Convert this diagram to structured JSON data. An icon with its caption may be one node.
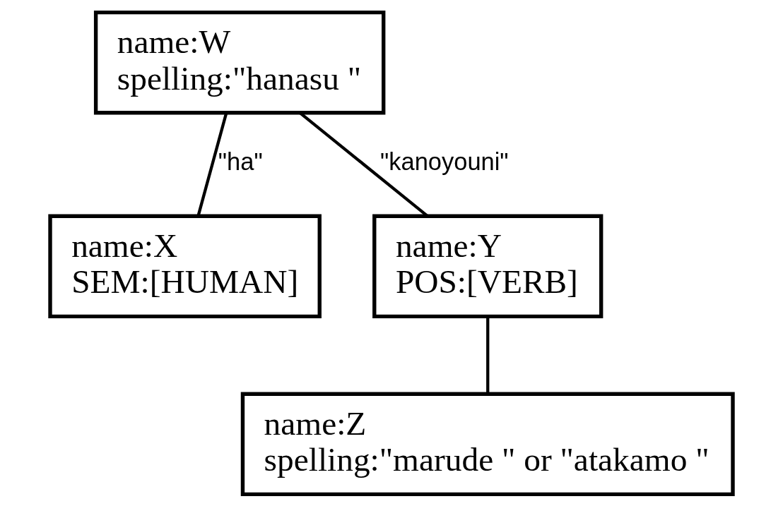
{
  "diagram": {
    "nodes": [
      {
        "text": [
          "name:W",
          "spelling:\"hanasu \""
        ]
      },
      {
        "text": [
          "name:X",
          "SEM:[HUMAN]"
        ]
      },
      {
        "text": [
          "name:Y",
          "POS:[VERB]"
        ]
      },
      {
        "text": [
          "name:Z",
          "spelling:\"marude \" or \"atakamo \""
        ]
      }
    ],
    "edges": [
      {
        "from": 0,
        "to": 1,
        "arrow": "none",
        "label": "\"ha\""
      },
      {
        "from": 0,
        "to": 2,
        "arrow": "none",
        "label": "\"kanoyouni\""
      },
      {
        "from": 2,
        "to": 3,
        "arrow": "none"
      }
    ]
  }
}
